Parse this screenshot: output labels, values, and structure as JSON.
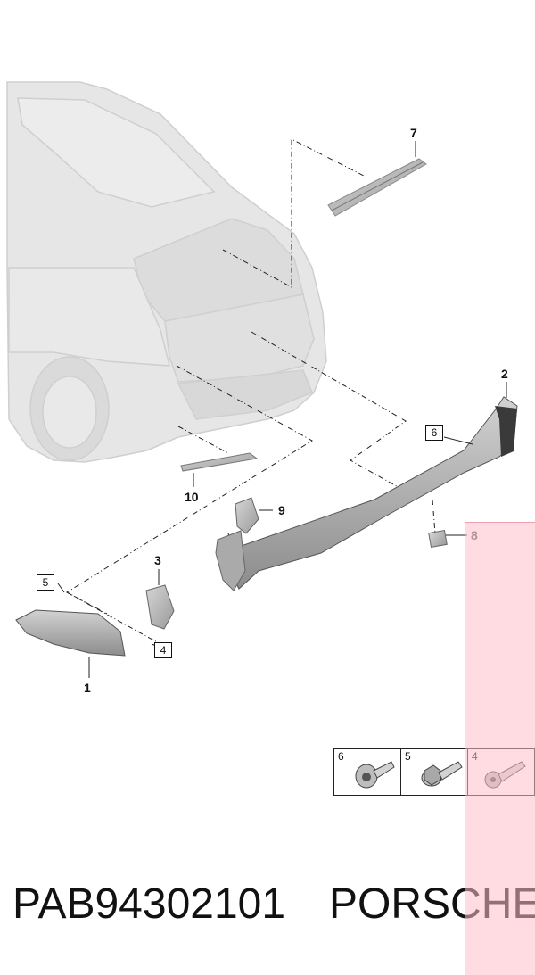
{
  "labels": {
    "p1": "1",
    "p2": "2",
    "p3": "3",
    "p7": "7",
    "p8": "8",
    "p9": "9",
    "p10": "10",
    "box4": "4",
    "box5": "5",
    "box6": "6"
  },
  "fasteners": [
    {
      "num": "6",
      "icon": "flange-screw-icon"
    },
    {
      "num": "5",
      "icon": "hex-flange-bolt-icon"
    },
    {
      "num": "4",
      "icon": "pan-head-screw-icon"
    }
  ],
  "footer": {
    "part_number": "PAB94302101",
    "brand": "PORSCHE"
  },
  "colors": {
    "car": "#e4e4e4",
    "car_stroke": "#cfcfcf",
    "part_fill": "#b2b2b2",
    "part_dark": "#6e6e6e",
    "overlay": "#ffc0cb"
  }
}
